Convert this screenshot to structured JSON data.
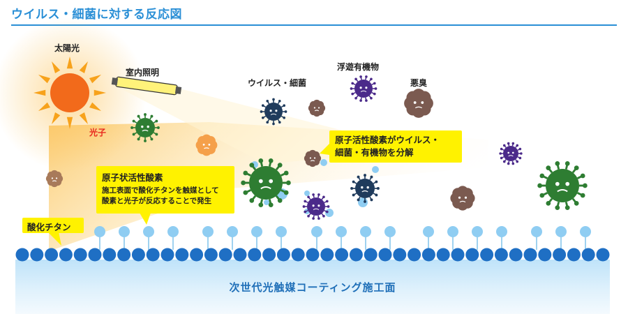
{
  "title": "ウイルス・細菌に対する反応図",
  "labels": {
    "sun": "太陽光",
    "indoor_light": "室内照明",
    "photon": "光子",
    "virus_bacteria": "ウイルス・細菌",
    "airborne_organics": "浮遊有機物",
    "odor": "悪臭",
    "titanium_oxide": "酸化チタン"
  },
  "callouts": {
    "atomic_oxygen": {
      "heading": "原子状活性酸素",
      "line1": "施工表面で酸化チタンを触媒として",
      "line2": "酸素と光子が反応することで発生"
    },
    "decomposition": {
      "line1": "原子活性酸素がウイルス・",
      "line2": "細菌・有機物を分解"
    }
  },
  "coating_label": "次世代光触媒コーティング施工面",
  "colors": {
    "accent_blue": "#2a8fd6",
    "callout_yellow": "#fff200",
    "red_text": "#e8291f",
    "sun_orange": "#f26a1b",
    "sun_ray": "#f7a21b",
    "molecule_dark": "#1f6fc4",
    "molecule_light": "#8fcdf2",
    "virus_green": "#2e7d32",
    "virus_navy": "#1f3b5c",
    "virus_purple": "#4b2a8a",
    "virus_brown": "#7b5a50",
    "virus_orange": "#f5a04a"
  }
}
